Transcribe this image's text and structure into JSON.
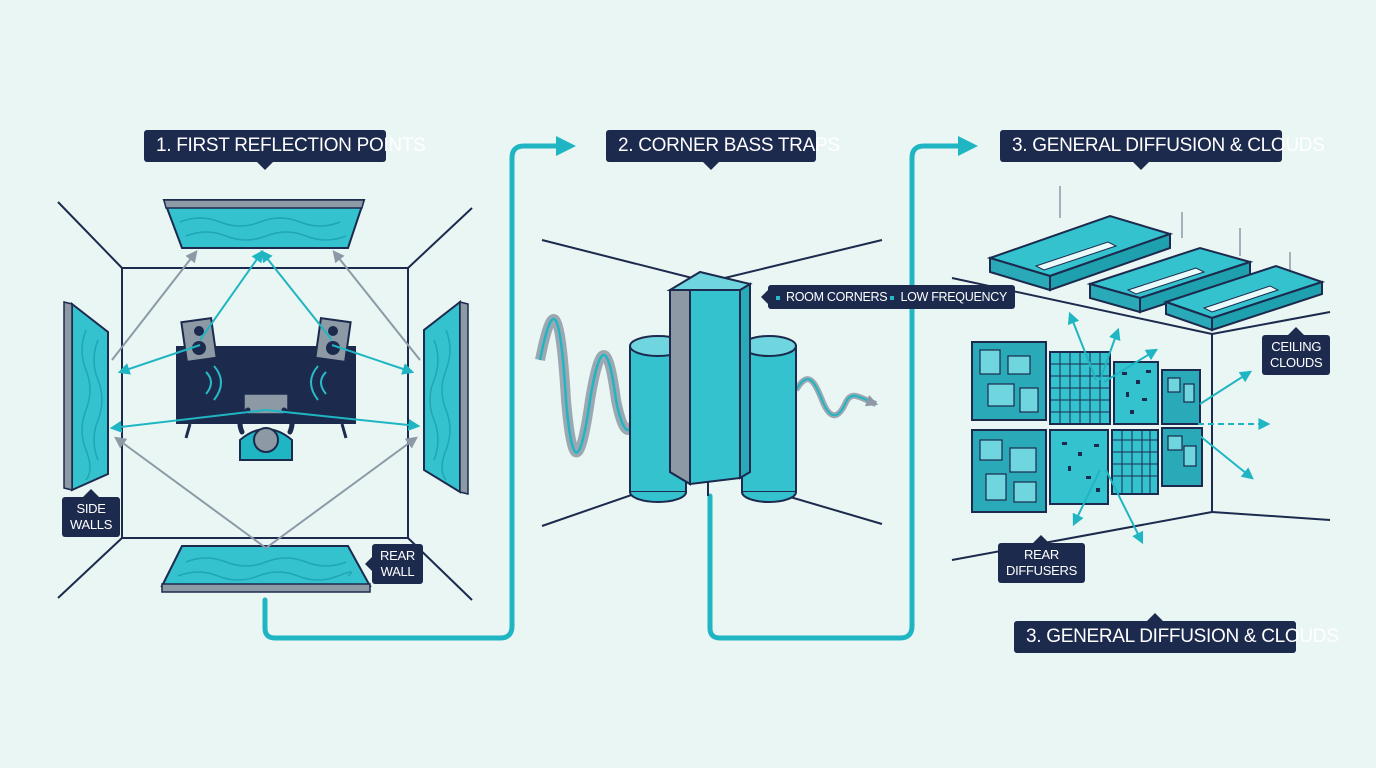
{
  "sections": {
    "first_reflection": {
      "title": "1. FIRST REFLECTION POINTS",
      "side_walls": [
        "SIDE",
        "WALLS"
      ],
      "rear_wall": [
        "REAR",
        "WALL"
      ]
    },
    "bass_traps": {
      "title": "2. CORNER BASS TRAPS",
      "notes": [
        "ROOM CORNERS",
        "LOW FREQUENCY"
      ]
    },
    "diffusion": {
      "title": "3. GENERAL DIFFUSION & CLOUDS",
      "ceiling_clouds": [
        "CEILING",
        "CLOUDS"
      ],
      "rear_diffusers": [
        "REAR",
        "DIFFUSERS"
      ],
      "footer_title": "3. GENERAL DIFFUSION & CLOUDS"
    }
  },
  "colors": {
    "background": "#e9f6f4",
    "navy": "#1c2a4d",
    "teal": "#29b9c7",
    "panel": "#35c2cf",
    "gray": "#8d9aa6"
  }
}
